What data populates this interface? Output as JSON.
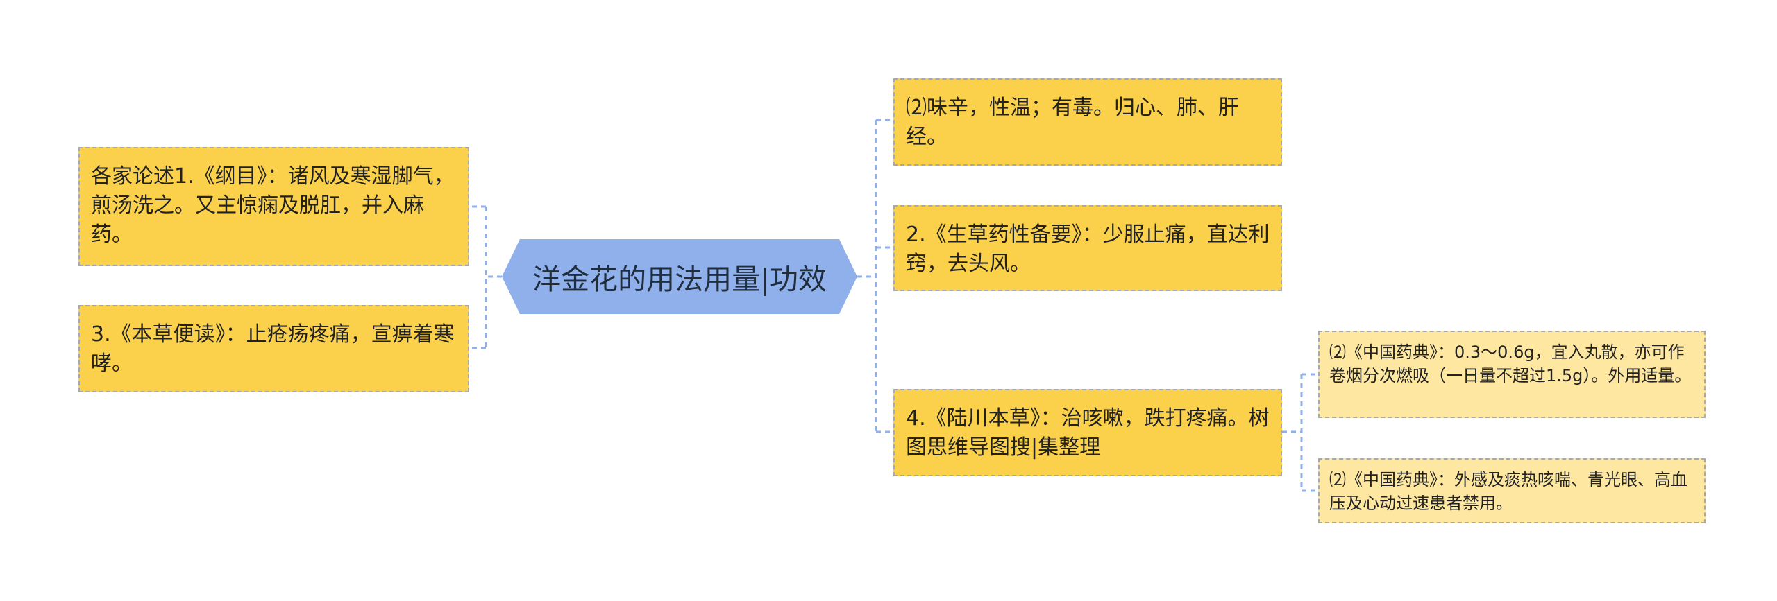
{
  "mindmap": {
    "center": {
      "text": "洋金花的用法用量|功效",
      "fill": "#8fb0ea"
    },
    "left_nodes": [
      {
        "text": "各家论述1.《纲目》：诸风及寒湿脚气，煎汤洗之。又主惊痫及脱肛，并入麻药。"
      },
      {
        "text": "3.《本草便读》：止疮疡疼痛，宣痹着寒哮。"
      }
    ],
    "right_nodes": [
      {
        "text": "⑵味辛，性温；有毒。归心、肺、肝经。"
      },
      {
        "text": "2.《生草药性备要》：少服止痛，直达利窍，去头风。"
      },
      {
        "text": "4.《陆川本草》：治咳嗽，跌打疼痛。树图思维导图搜|集整理"
      }
    ],
    "sub_nodes": [
      {
        "text": "⑵《中国药典》：0.3～0.6g，宜入丸散，亦可作卷烟分次燃吸（一日量不超过1.5g）。外用适量。"
      },
      {
        "text": "⑵《中国药典》：外感及痰热咳喘、青光眼、高血压及心动过速患者禁用。"
      }
    ],
    "colors": {
      "level1_fill": "#fbd14b",
      "level2_fill": "#fde7a1",
      "border": "#a9a9a9",
      "connector": "#8fb0ea"
    }
  }
}
